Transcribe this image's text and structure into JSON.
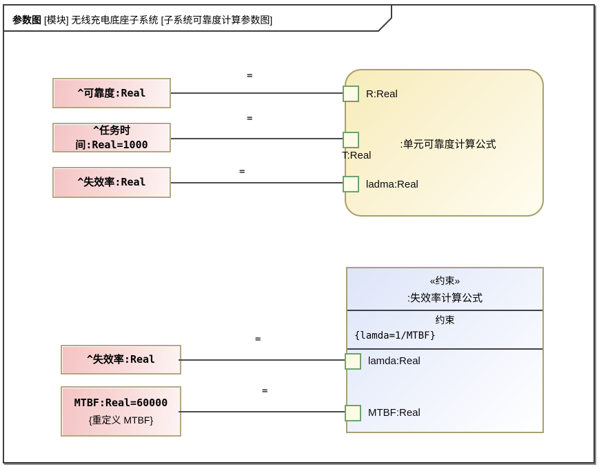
{
  "frame": {
    "kind_label": "参数图",
    "title_rest": " [模块] 无线充电底座子系统 [子系统可靠度计算参数图]"
  },
  "value_nodes": {
    "reliability": {
      "label": "^可靠度:Real"
    },
    "mission_time": {
      "label": "^任务时\n间:Real=1000"
    },
    "failure_rate": {
      "label": "^失效率:Real"
    },
    "failure_rate2": {
      "label": "^失效率:Real"
    },
    "mtbf": {
      "label": "MTBF:Real=60000",
      "annotation": "{重定义 MTBF}"
    }
  },
  "unit_reliability_constraint": {
    "name": ":单元可靠度计算公式",
    "ports": {
      "r": {
        "label": "R:Real"
      },
      "t": {
        "label": "T:Real"
      },
      "ladma": {
        "label": "ladma:Real"
      }
    }
  },
  "failure_rate_constraint": {
    "stereotype": "«约束»",
    "name": ":失效率计算公式",
    "compartment_label": "约束",
    "constraint_expr": "{lamda=1/MTBF}",
    "ports": {
      "lamda": {
        "label": "lamda:Real"
      },
      "mtbf": {
        "label": "MTBF:Real"
      }
    }
  },
  "connectors": {
    "c1": {
      "label": "="
    },
    "c2": {
      "label": "="
    },
    "c3": {
      "label": "="
    },
    "c4": {
      "label": "="
    },
    "c5": {
      "label": "="
    }
  },
  "colors": {
    "value_node_fill": "#f4c3c3",
    "value_node_border": "#b3a682",
    "constraint_yellow_fill": "#f8ecba",
    "constraint_blue_fill": "#dde5f8",
    "constraint_border": "#ab9f66",
    "port_fill": "#fcfce6",
    "port_border": "#6da26d",
    "connector": "#4a4a4a",
    "frame_border": "#3c3c3c"
  }
}
